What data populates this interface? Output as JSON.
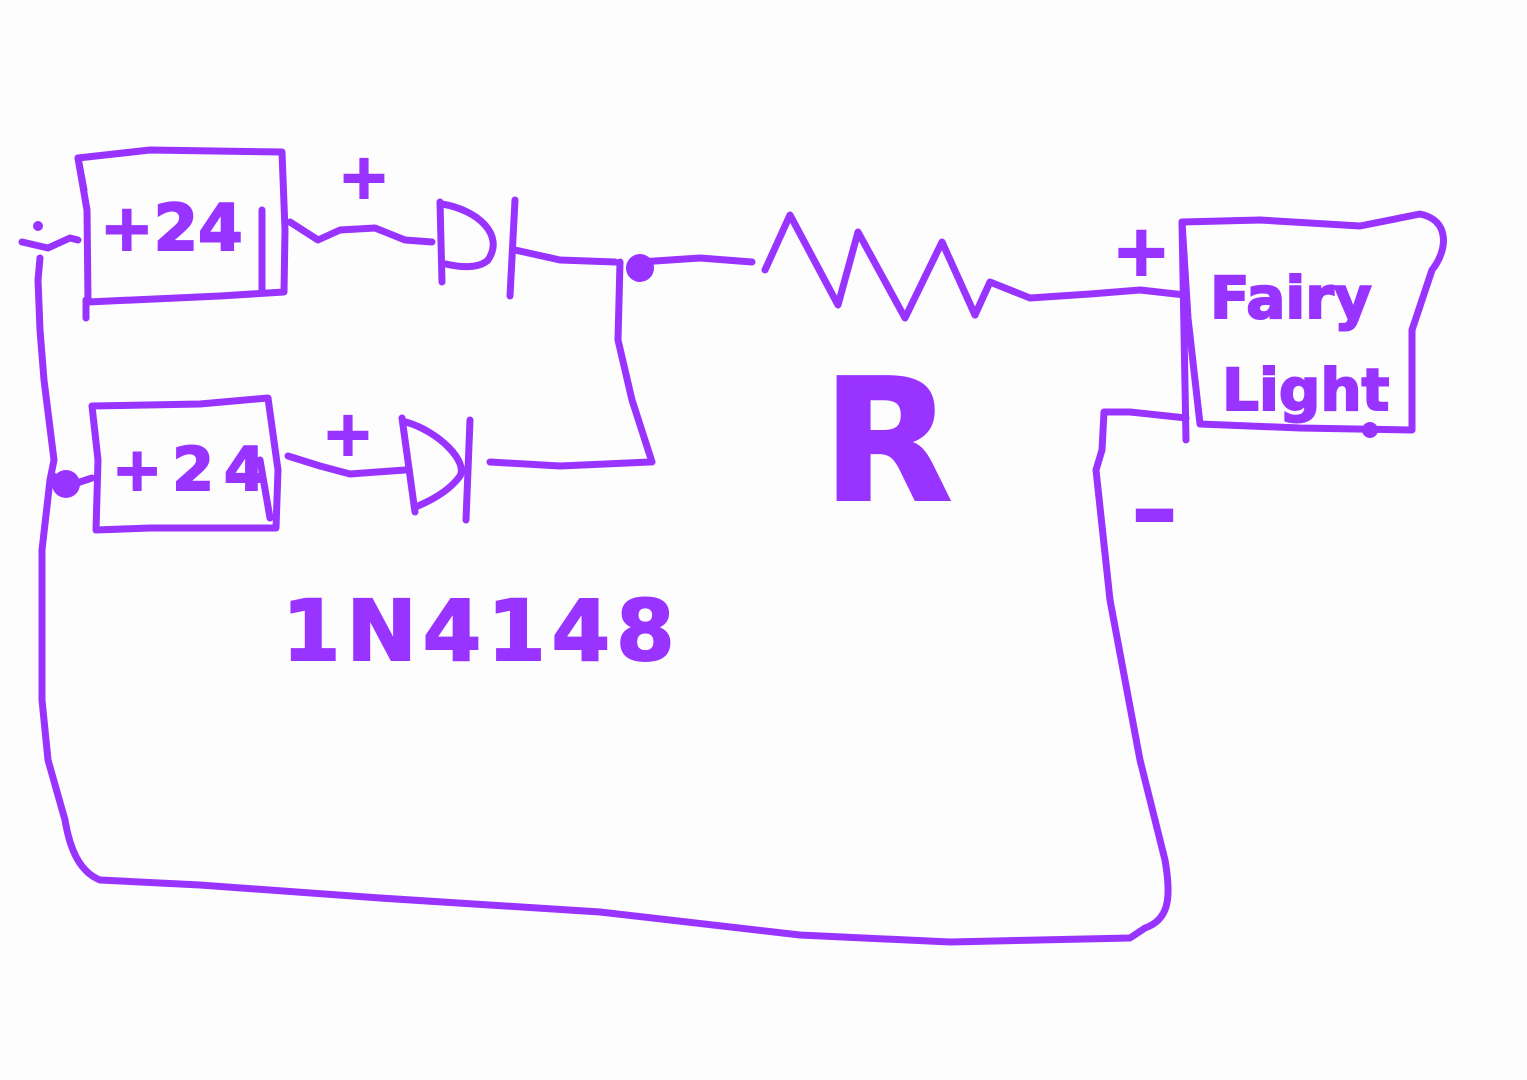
{
  "colors": {
    "ink": "#9933ff",
    "background": "#fdfdfd"
  },
  "battery_top": {
    "label": "+24"
  },
  "battery_bottom": {
    "label": "+24"
  },
  "diode_top": {
    "plus_label": "+"
  },
  "diode_bottom": {
    "plus_label": "+"
  },
  "diode_part_label": "1N4148",
  "resistor": {
    "label": "R"
  },
  "fairy_light": {
    "line1": "Fairy",
    "line2": "Light",
    "plus_label": "+",
    "minus_label": "–"
  }
}
